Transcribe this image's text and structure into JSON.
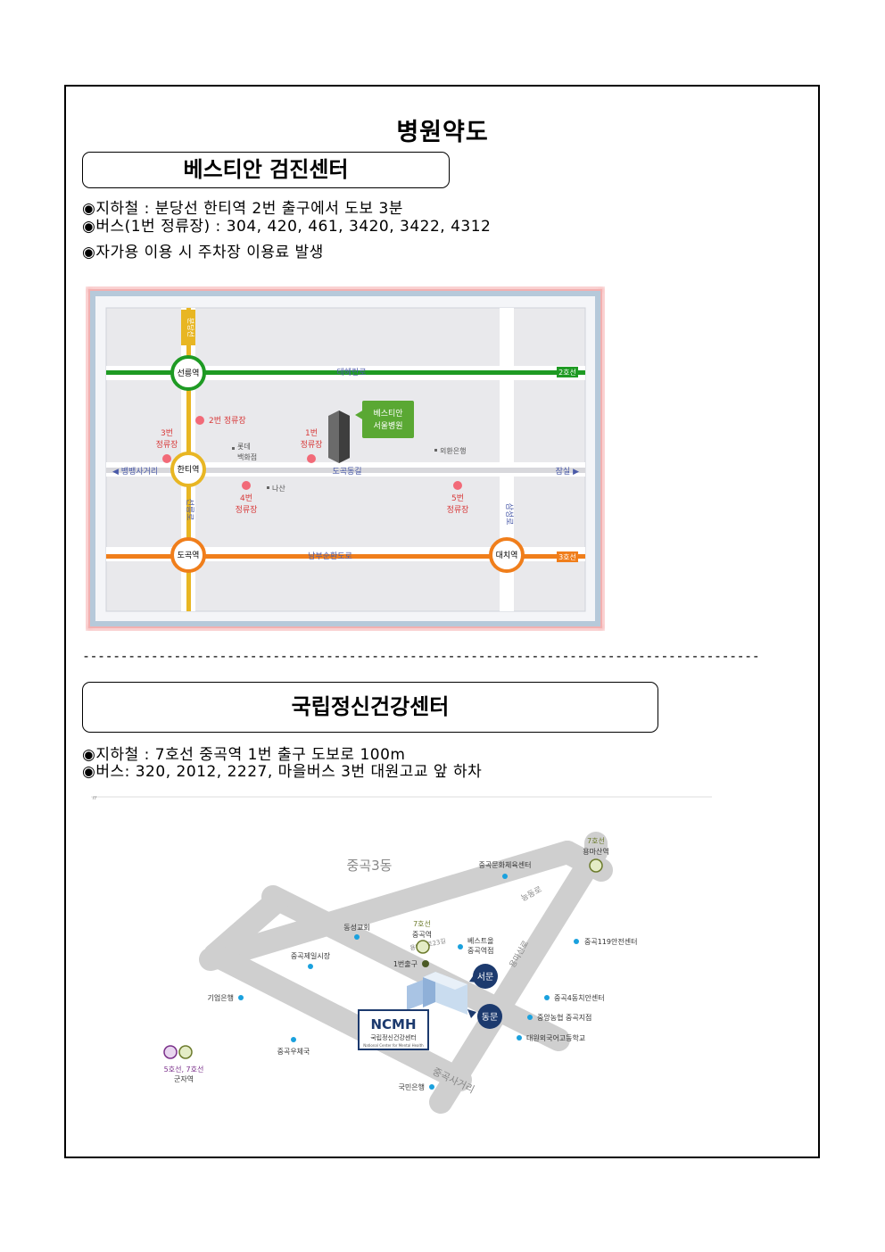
{
  "page_title": "병원약도",
  "section1": {
    "heading": "베스티안 검진센터",
    "subway": "◉지하철 : 분당선 한티역 2번 출구에서 도보 3분",
    "bus": "◉버스(1번 정류장) : 304, 420, 461, 3420, 3422, 4312",
    "car": "◉자가용 이용 시 주차장 이용료 발생",
    "map": {
      "line_bundang": "분당선",
      "line2": "2호선",
      "line3": "3호선",
      "station_seolleung": "선릉역",
      "station_hanti": "한티역",
      "station_dogok": "도곡역",
      "station_daechi": "대치역",
      "road_teheran": "테헤란로",
      "road_dogok": "도곡동길",
      "road_nambu": "남부순환도로",
      "road_seolleung": "선릉로",
      "road_samseong": "삼성로",
      "dir_left": "◀ 뱅뱅사거리",
      "dir_right": "잠실 ▶",
      "stop2": "2번 정류장",
      "stop3": [
        "3번",
        "정류장"
      ],
      "stop1": [
        "1번",
        "정류장"
      ],
      "stop4": [
        "4번",
        "정류장"
      ],
      "stop5": [
        "5번",
        "정류장"
      ],
      "lotte": [
        "롯데",
        "백화점"
      ],
      "exchange_bank": "외환은행",
      "nasan": "나산",
      "hospital": [
        "베스티안",
        "서울병원"
      ]
    }
  },
  "section2": {
    "heading": "국립정신건강센터",
    "subway": "◉지하철 : 7호선 중곡역 1번 출구 도보로 100m",
    "bus": "◉버스: 320, 2012, 2227, 마을버스 3번 대원고교 앞 하차",
    "map": {
      "area": "중곡3동",
      "sports_center": "중곡문화체육센터",
      "yongmasan_line": "7호선",
      "yongmasan_station": "용마산역",
      "neungdong_road": "능동로",
      "dongseong_church": "동성교회",
      "junggok_line": "7호선",
      "junggok_station": "중곡역",
      "bestone": [
        "베스트올",
        "중곡역점"
      ],
      "safety_center": "중곡119안전센터",
      "market": "중곡제일시장",
      "exit1": "1번출구",
      "yongmasan_road": "용마산로",
      "yongmasan_road2": "용마산로23길",
      "west_gate": "서문",
      "east_gate": "동문",
      "ibk": "기업은행",
      "community_center": "중곡4동치안센터",
      "nonghyup": "중앙농협 중곡지점",
      "school": "대원외국어고등학교",
      "ncmh_logo": "NCMH",
      "ncmh_name": "국립정신건강센터",
      "ncmh_en": "National Center for Mental Health",
      "post_office": "중곡우체국",
      "gunja_lines": "5호선, 7호선",
      "gunja_station": "군자역",
      "junction": "중곡사거리",
      "kb_bank": "국민은행"
    }
  },
  "colors": {
    "line2": "#1e9a23",
    "line3": "#f07e1b",
    "bundang": "#e8b623",
    "line7": "#6b7a2b",
    "line5": "#7a2f8a",
    "stop_red": "#f26a78",
    "dot_blue": "#1aa1de",
    "navy": "#1c3a6e",
    "map_road": "#cfcfcf"
  }
}
